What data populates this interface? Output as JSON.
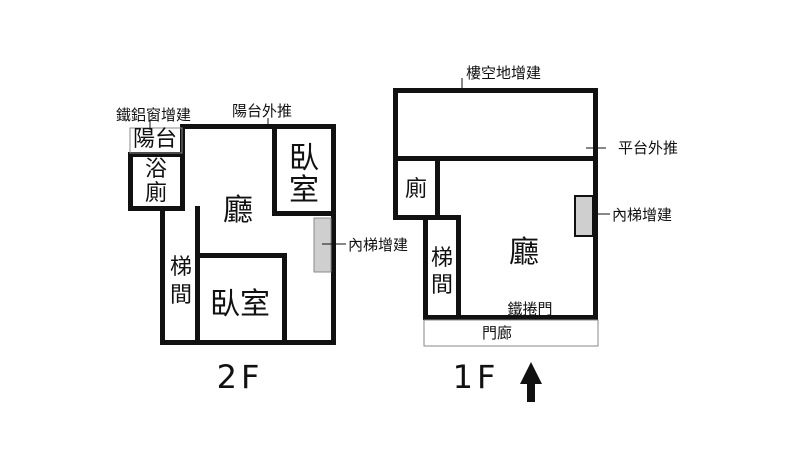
{
  "floor2": {
    "label": "2F",
    "rooms": {
      "balcony": "陽台",
      "bath_1": "浴",
      "bath_2": "廁",
      "hall": "廳",
      "bedroom_a_1": "臥",
      "bedroom_a_2": "室",
      "stairs_1": "梯",
      "stairs_2": "間",
      "bedroom_b": "臥室"
    },
    "notes": {
      "aluminum_window": "鐵鋁窗增建",
      "balcony_extension": "陽台外推",
      "inner_stair": "內梯增建"
    }
  },
  "floor1": {
    "label": "1F",
    "rooms": {
      "toilet": "廁",
      "hall": "廳",
      "stairs_1": "梯",
      "stairs_2": "間",
      "porch": "門廊",
      "iron_door": "鐵捲門"
    },
    "notes": {
      "open_space": "樓空地增建",
      "platform": "平台外推",
      "inner_stair": "內梯增建"
    }
  },
  "colors": {
    "wall": "#111111",
    "stair_fill": "#cfcfcf",
    "background": "#ffffff"
  },
  "icons": {
    "north": "up-arrow-icon"
  }
}
